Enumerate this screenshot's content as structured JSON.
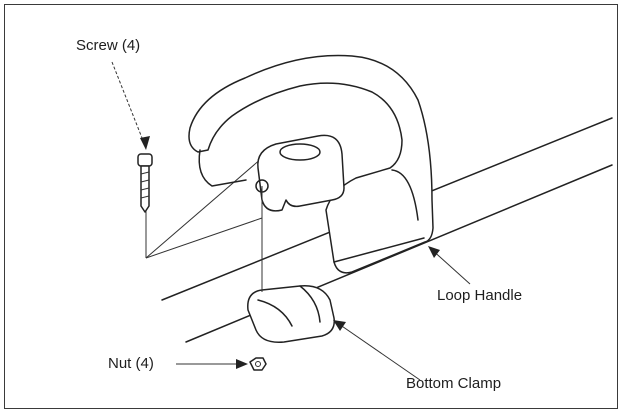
{
  "labels": {
    "screw": "Screw (4)",
    "loop_handle": "Loop Handle",
    "nut": "Nut (4)",
    "bottom_clamp": "Bottom Clamp"
  },
  "colors": {
    "line": "#222222",
    "background": "#ffffff",
    "frame": "#3a3a3a"
  }
}
